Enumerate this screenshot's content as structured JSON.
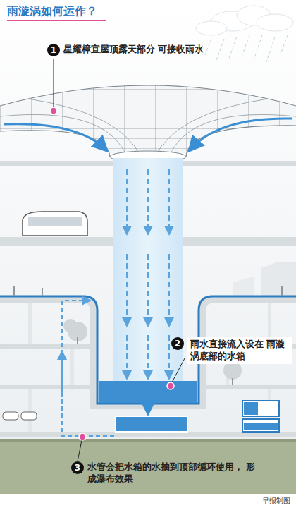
{
  "diagram": {
    "title": "雨漩涡如何运作？",
    "nodes": [
      {
        "text": [
          "1",
          "星耀樟宜屋顶露天部分 可接收雨水"
        ]
      },
      {
        "text": [
          "2",
          "雨水直接流入设在 雨漩涡底部的水箱"
        ]
      },
      {
        "text": [
          "3",
          "水管会把水箱的水抽到顶部循环使用， 形成瀑布效果"
        ]
      }
    ],
    "labels": [
      "早报制图"
    ]
  }
}
